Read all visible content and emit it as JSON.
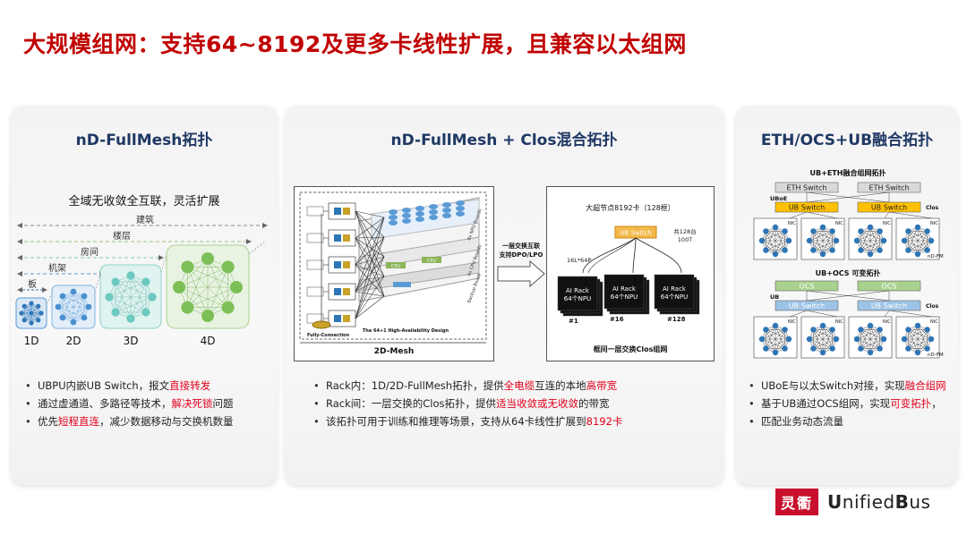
{
  "title": "大规模组网：支持64~8192及更多卡线性扩展，且兼容以太组网",
  "panels": [
    {
      "title": "nD-FullMesh拓扑",
      "subtitle": "全域无收敛全互联，灵活扩展",
      "scale_labels": [
        "建筑",
        "楼层",
        "房间",
        "机架",
        "板"
      ],
      "dim_labels": [
        "1D",
        "2D",
        "3D",
        "4D"
      ],
      "bullets": [
        {
          "pre": "UBPU内嵌UB Switch，报文",
          "hl": "直接转发",
          "post": ""
        },
        {
          "pre": "通过虚通道、多路径等技术，",
          "hl": "解决死锁",
          "post": "问题"
        },
        {
          "pre": "优先",
          "hl": "短程直连",
          "post": "，减少数据移动与交换机数量"
        }
      ]
    },
    {
      "title": "nD-FullMesh + Clos混合拓扑",
      "fig_left": {
        "caption": "2D-Mesh",
        "design_label": "The 64+1 High-Availability Design",
        "fc_label": "Fully-Connection",
        "board_labels": [
          "8x NPU Boards",
          "4x CPU Boards",
          "Backup Board"
        ],
        "cpu_label": "CPU"
      },
      "arrow_label": "一层交换互联\n支持DPO/LPO",
      "fig_right": {
        "header": "大超节点8192卡（128框）",
        "switch_label": "UB Switch",
        "switch_note": "共128台\n100T",
        "link_label": "16L*64P",
        "rack_label": "AI Rack\n64个NPU",
        "rack_nums": [
          "#1",
          "#16",
          "#128"
        ],
        "caption": "框间一层交换Clos组网"
      },
      "bullets": [
        {
          "pre": "Rack内：1D/2D-FullMesh拓扑，提供",
          "hl": "全电缆",
          "mid": "互连的本地",
          "hl2": "高带宽",
          "post": ""
        },
        {
          "pre": "Rack间：一层交换的Clos拓扑，提供",
          "hl": "适当收敛或无收敛",
          "mid": "的带宽",
          "hl2": "",
          "post": ""
        },
        {
          "pre": "该拓扑可用于训练和推理等场景，支持从64卡线性扩展到",
          "hl": "8192卡",
          "mid": "",
          "hl2": "",
          "post": ""
        }
      ]
    },
    {
      "title": "ETH/OCS+UB融合拓扑",
      "fig_top": {
        "title": "UB+ETH融合组网拓扑",
        "switch1": "ETH Switch",
        "switch2": "UB Switch",
        "link_label": "UBoE",
        "clos_label": "Clos",
        "nic_label": "NIC",
        "fm_label": "nD-FM"
      },
      "fig_bottom": {
        "title": "UB+OCS 可变拓扑",
        "switch1": "OCS",
        "switch2": "UB Switch",
        "link_label": "UB",
        "clos_label": "Clos",
        "nic_label": "NIC",
        "fm_label": "nD-FM"
      },
      "bullets": [
        {
          "pre": "UBoE与以太Switch对接，实现",
          "hl": "融合组网",
          "post": ""
        },
        {
          "pre": "基于UB通过OCS组网，实现",
          "hl": "可变拓扑",
          "post": "，"
        },
        {
          "pre": "匹配业务动态流量",
          "hl": "",
          "post": ""
        }
      ]
    }
  ],
  "logo": {
    "cn": "灵衢",
    "en_pre": "U",
    "en_mid": "nified",
    "en_b": "B",
    "en_post": "us"
  },
  "colors": {
    "title": "#c00000",
    "panel_title": "#1f3864",
    "highlight": "#e0001b",
    "npu_blue": "#2e75b6",
    "npu_green": "#70ad47",
    "ub_switch": "#ffc000",
    "ocs": "#a9d18e"
  }
}
